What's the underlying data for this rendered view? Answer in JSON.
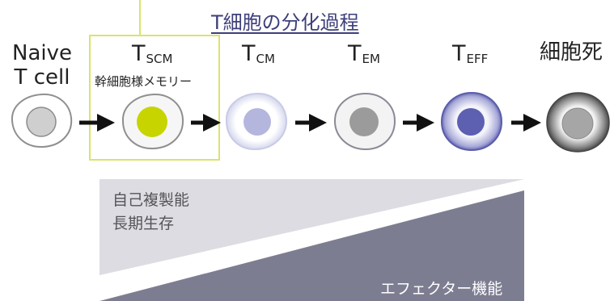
{
  "title": "T細胞の分化過程",
  "stages": [
    {
      "label": "Naive T cell"
    },
    {
      "main": "T",
      "sub": "SCM",
      "note": "幹細胞様メモリー"
    },
    {
      "main": "T",
      "sub": "CM"
    },
    {
      "main": "T",
      "sub": "EM"
    },
    {
      "main": "T",
      "sub": "EFF"
    },
    {
      "label": "細胞死"
    }
  ],
  "gradient_left_text": [
    "自己複製能",
    "長期生存"
  ],
  "gradient_right_text": "エフェクター機能",
  "colors": {
    "highlight": "#dbe36a",
    "title": "#3d3f7a",
    "upper_triangle": "#dcdce2",
    "lower_triangle": "#7d7d92"
  }
}
